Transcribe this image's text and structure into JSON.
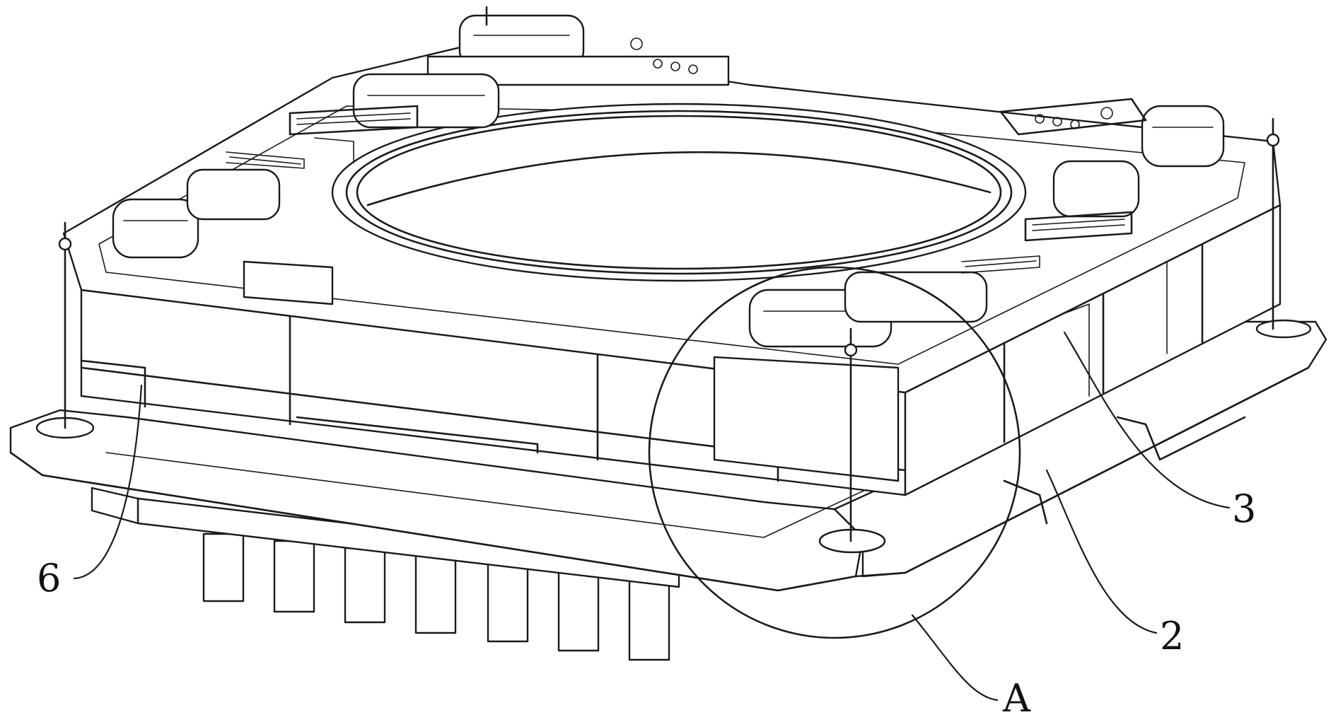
{
  "labels": {
    "part_6": "6",
    "part_3": "3",
    "part_2": "2",
    "detail_a": "A"
  },
  "colors": {
    "line": "#1a1a1a",
    "background": "#ffffff"
  }
}
